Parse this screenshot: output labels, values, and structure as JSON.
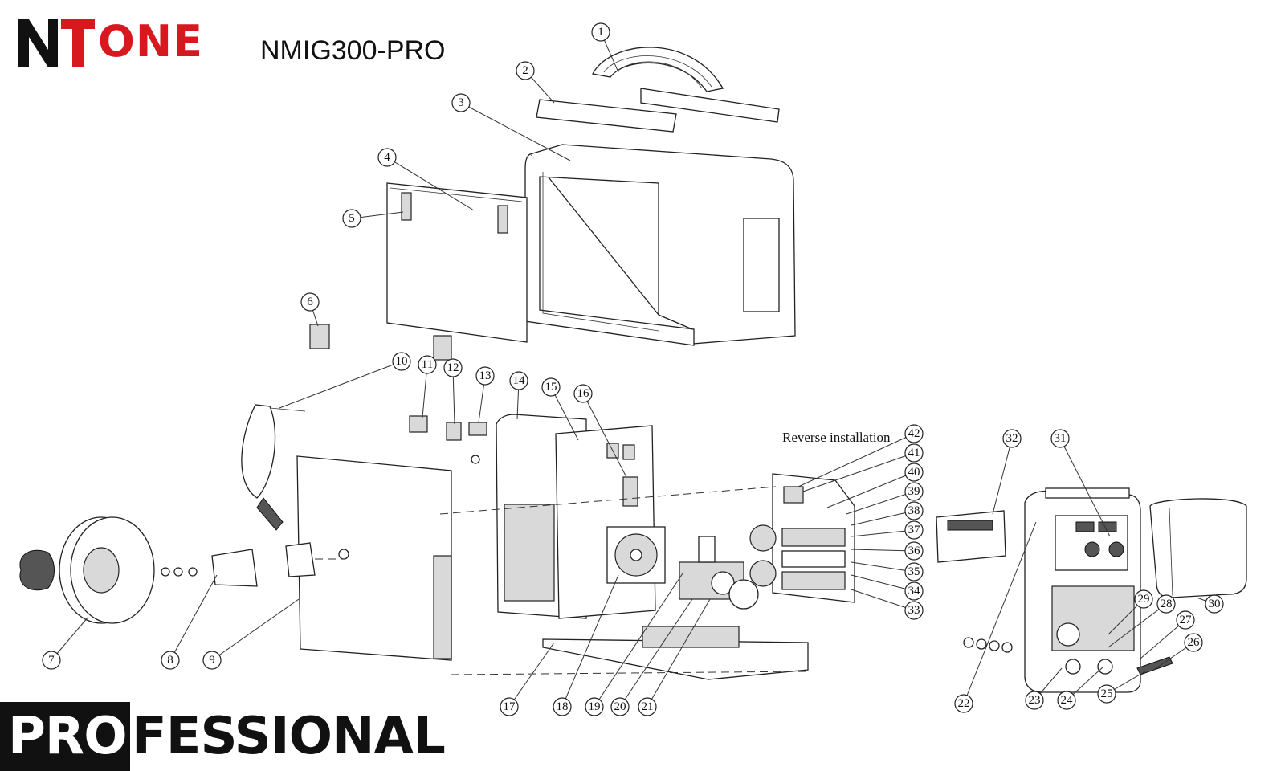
{
  "brand": {
    "name": "ONE",
    "accent_color": "#d7191f"
  },
  "model": "NMIG300-PRO",
  "footer": {
    "highlight": "PRO",
    "rest": "FESSIONAL"
  },
  "note": "Reverse installation",
  "callouts": [
    "1",
    "2",
    "3",
    "4",
    "5",
    "6",
    "7",
    "8",
    "9",
    "10",
    "11",
    "12",
    "13",
    "14",
    "15",
    "16",
    "17",
    "18",
    "19",
    "20",
    "21",
    "22",
    "23",
    "24",
    "25",
    "26",
    "27",
    "28",
    "29",
    "30",
    "31",
    "32",
    "33",
    "34",
    "35",
    "36",
    "37",
    "38",
    "39",
    "40",
    "41",
    "42"
  ]
}
